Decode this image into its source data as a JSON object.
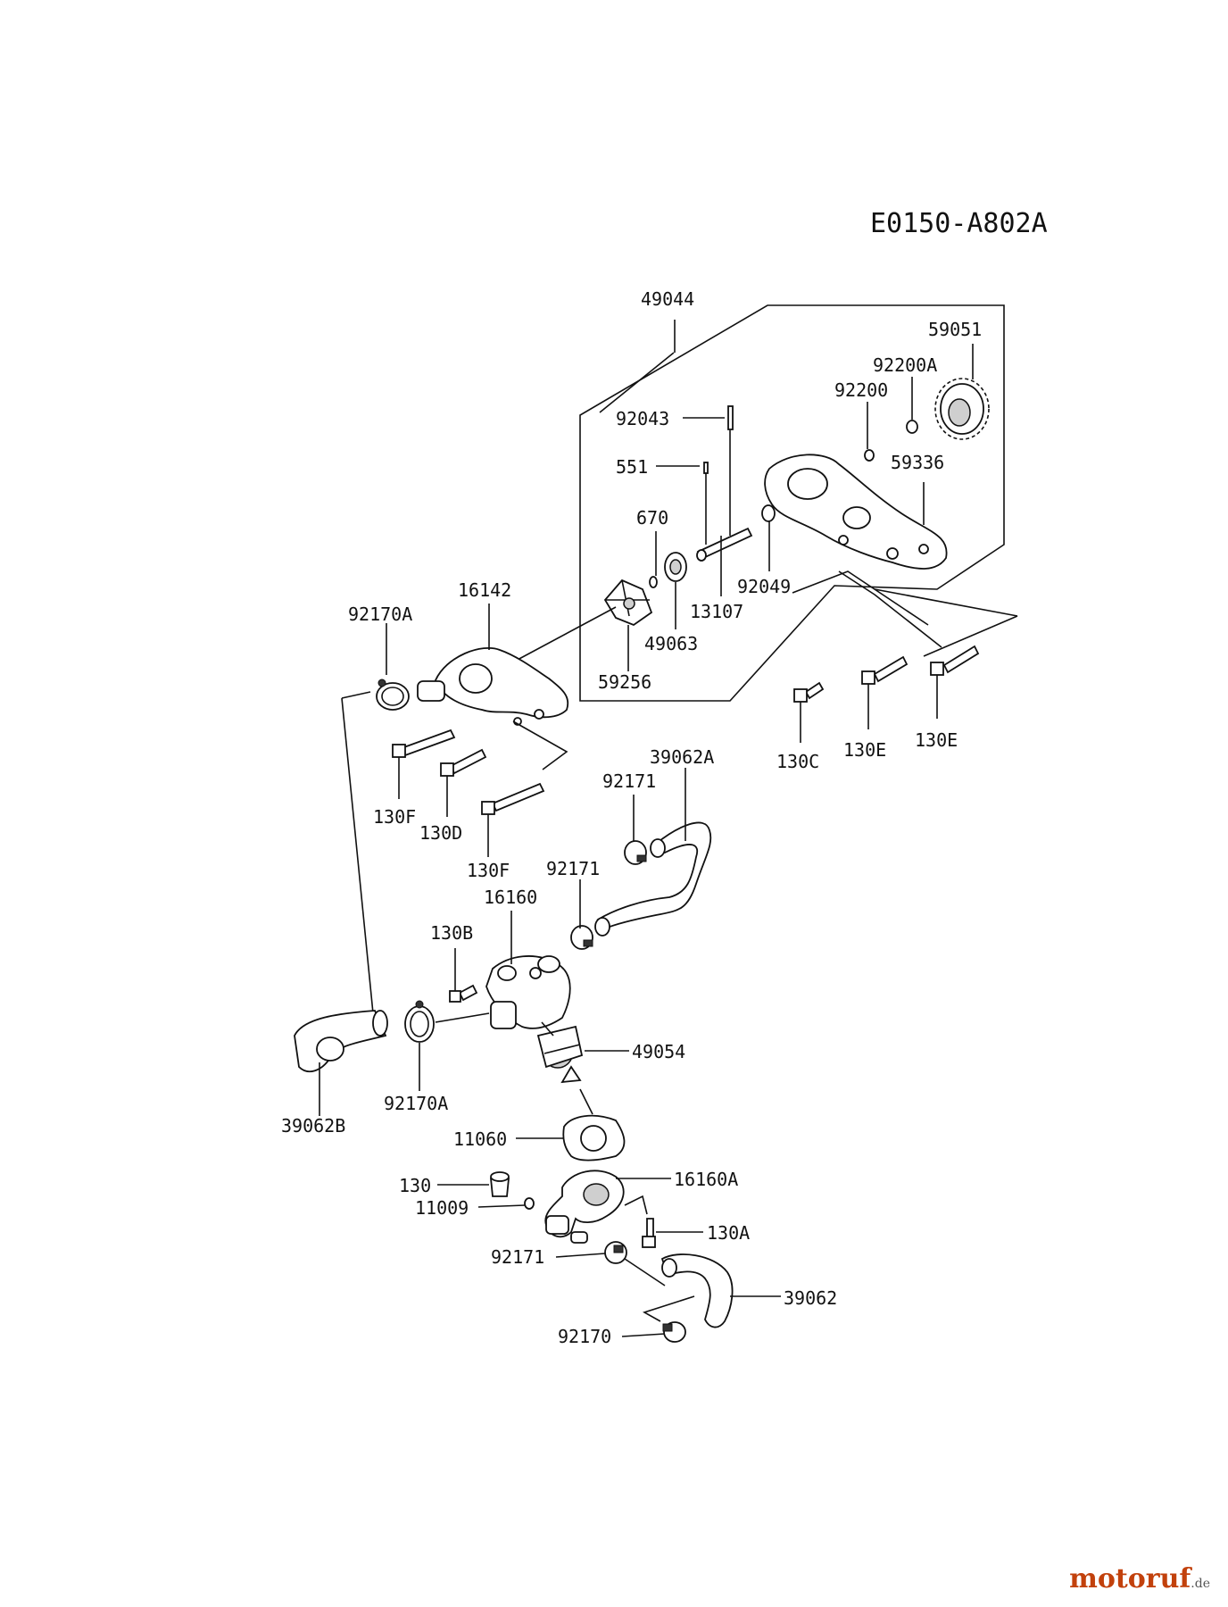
{
  "diagram": {
    "code": "E0150-A802A",
    "labels": [
      "49044",
      "59051",
      "92200A",
      "92200",
      "92043",
      "551",
      "59336",
      "670",
      "13107",
      "92049",
      "16142",
      "92170A",
      "49063",
      "59256",
      "130C",
      "130E",
      "130E",
      "130F",
      "130D",
      "39062A",
      "92171",
      "130F",
      "92171",
      "16160",
      "130B",
      "49054",
      "92170A",
      "39062B",
      "11060",
      "16160A",
      "130",
      "11009",
      "130A",
      "92171",
      "39062",
      "92170"
    ]
  },
  "watermark": {
    "brand": "motoruf",
    "tld": ".de",
    "color": "#c2410c"
  }
}
